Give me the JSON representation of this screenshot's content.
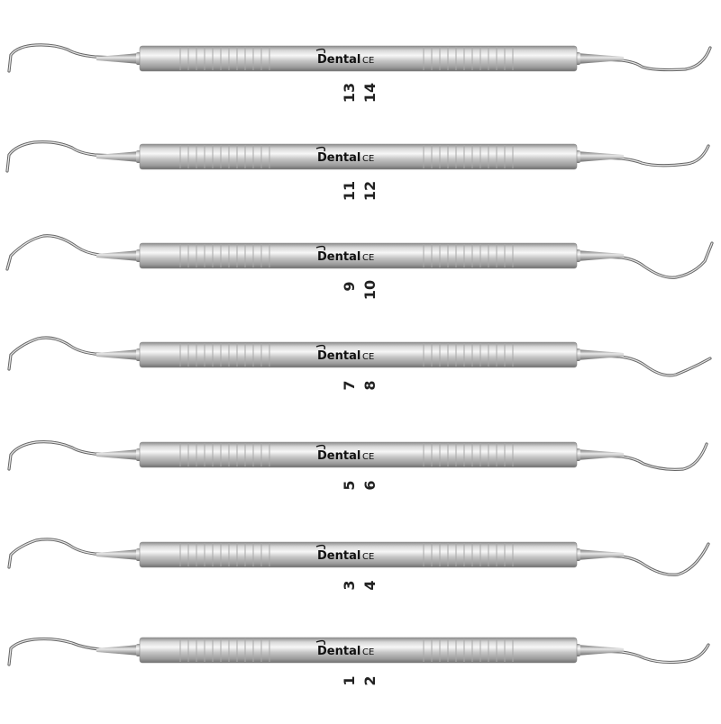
{
  "brand": "Dental",
  "brand_mark": "CE",
  "colors": {
    "background": "#ffffff",
    "steel_light": "#f2f2f2",
    "steel_mid": "#b9b9b9",
    "steel_dark": "#7c7c7c",
    "label": "#222222",
    "brand_black": "#111111"
  },
  "instruments": [
    {
      "left_number": "13",
      "right_number": "14"
    },
    {
      "left_number": "11",
      "right_number": "12"
    },
    {
      "left_number": "9",
      "right_number": "10"
    },
    {
      "left_number": "7",
      "right_number": "8"
    },
    {
      "left_number": "5",
      "right_number": "6"
    },
    {
      "left_number": "3",
      "right_number": "4"
    },
    {
      "left_number": "1",
      "right_number": "2"
    }
  ]
}
